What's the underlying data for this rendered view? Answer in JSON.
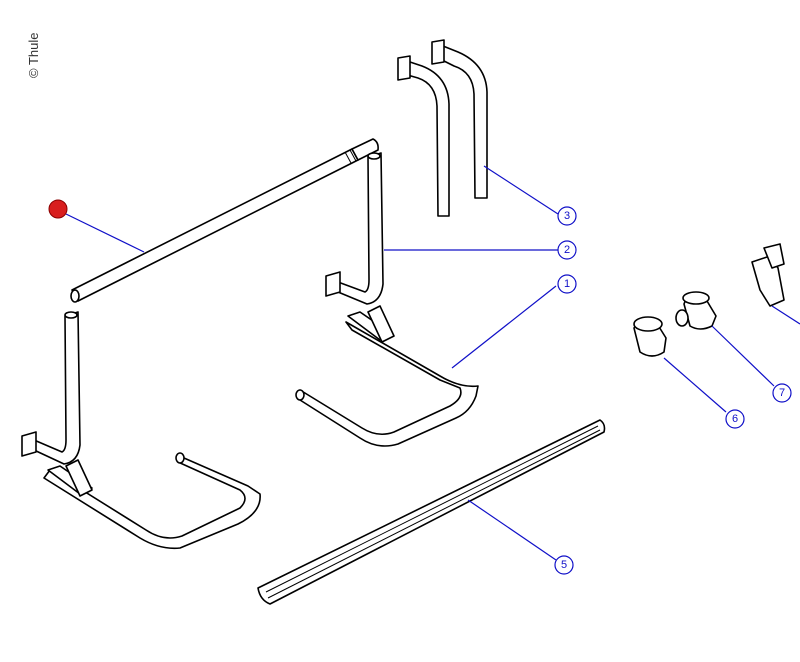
{
  "copyright": "© Thule",
  "callouts": [
    {
      "id": "1",
      "label": "1"
    },
    {
      "id": "2",
      "label": "2"
    },
    {
      "id": "3",
      "label": "3"
    },
    {
      "id": "5",
      "label": "5"
    },
    {
      "id": "6",
      "label": "6"
    },
    {
      "id": "7",
      "label": "7"
    }
  ],
  "highlight": {
    "color": "#d81e1e"
  },
  "leader_color": "#1010c8"
}
